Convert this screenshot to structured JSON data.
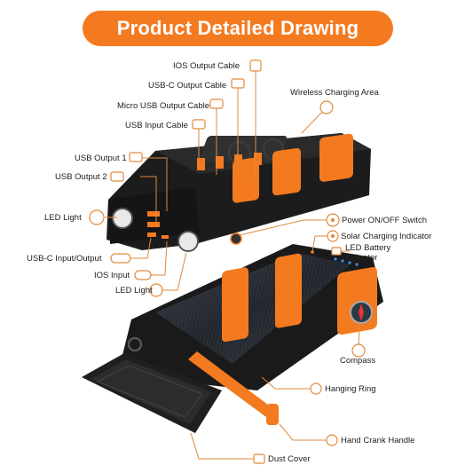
{
  "title": "Product Detailed Drawing",
  "labels": {
    "ios_output_cable": "IOS Output Cable",
    "usbc_output_cable": "USB-C Output Cable",
    "micro_usb_output_cable": "Micro USB Output Cable",
    "usb_input_cable": "USB Input Cable",
    "wireless_charging_area": "Wireless Charging Area",
    "usb_output_1": "USB Output 1",
    "usb_output_2": "USB Output 2",
    "led_light_top": "LED Light",
    "usbc_input_output": "USB-C Input/Output",
    "ios_input": "IOS Input",
    "led_light_bottom": "LED Light",
    "power_switch": "Power ON/OFF Switch",
    "solar_indicator": "Solar Charging Indicator",
    "led_battery_indicator": "LED Battery Indicator",
    "compass": "Compass",
    "hanging_ring": "Hanging Ring",
    "hand_crank_handle": "Hand Crank Handle",
    "dust_cover": "Dust Cover"
  },
  "colors": {
    "accent": "#f47a20",
    "body": "#1e1e1e",
    "solar": "#2b2f36",
    "leader": "#e08a3c"
  }
}
